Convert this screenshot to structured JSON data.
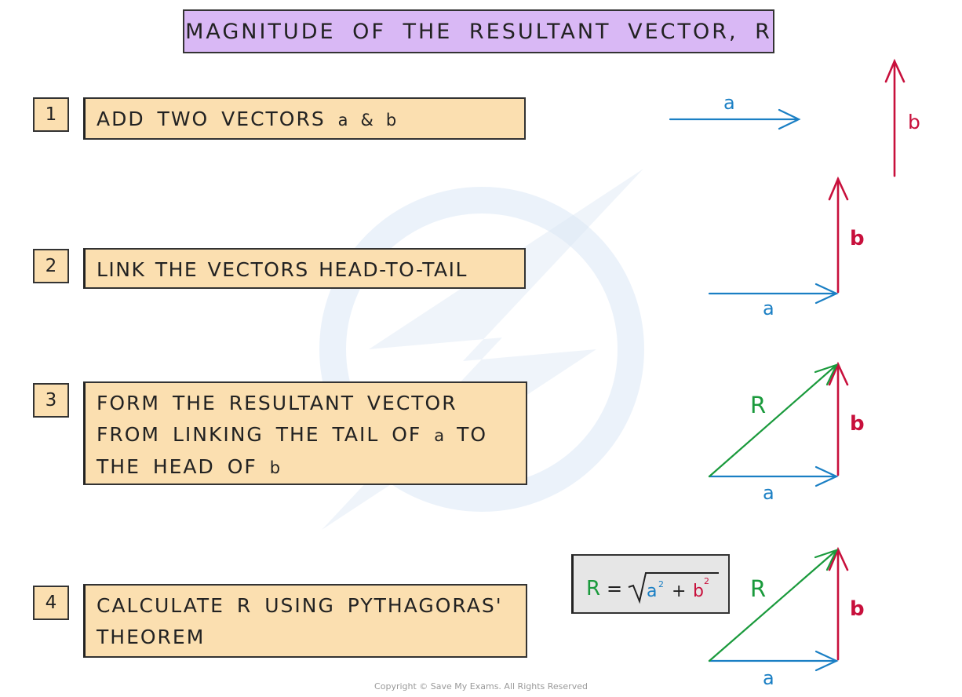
{
  "title": "MAGNITUDE OF THE RESULTANT VECTOR, R",
  "steps": [
    {
      "number": "1",
      "text": "ADD TWO VECTORS",
      "var_a": "a",
      "amp": "&",
      "var_b": "b"
    },
    {
      "number": "2",
      "text": "LINK THE VECTORS HEAD-TO-TAIL"
    },
    {
      "number": "3",
      "line1": "FORM THE RESULTANT VECTOR",
      "line2_pre": "FROM LINKING THE TAIL OF",
      "line2_var": "a",
      "line2_post": "TO",
      "line3_pre": "THE HEAD OF",
      "line3_var": "b"
    },
    {
      "number": "4",
      "line1": "CALCULATE R USING PYTHAGORAS'",
      "line2": "THEOREM"
    }
  ],
  "labels": {
    "a": "a",
    "b": "b",
    "R": "R"
  },
  "formula": {
    "lhs": "R",
    "eq": "=",
    "a": "a",
    "plus": "+",
    "b": "b",
    "exp": "2"
  },
  "colors": {
    "a": "#1a7fc4",
    "b": "#c8103c",
    "R": "#1a9a3c",
    "title_bg": "#d9b8f5",
    "box_bg": "#fbdfb0",
    "formula_bg": "#e6e6e6"
  },
  "watermark_icon": "lightning-bolt-icon",
  "copyright": "Copyright © Save My Exams. All Rights Reserved"
}
